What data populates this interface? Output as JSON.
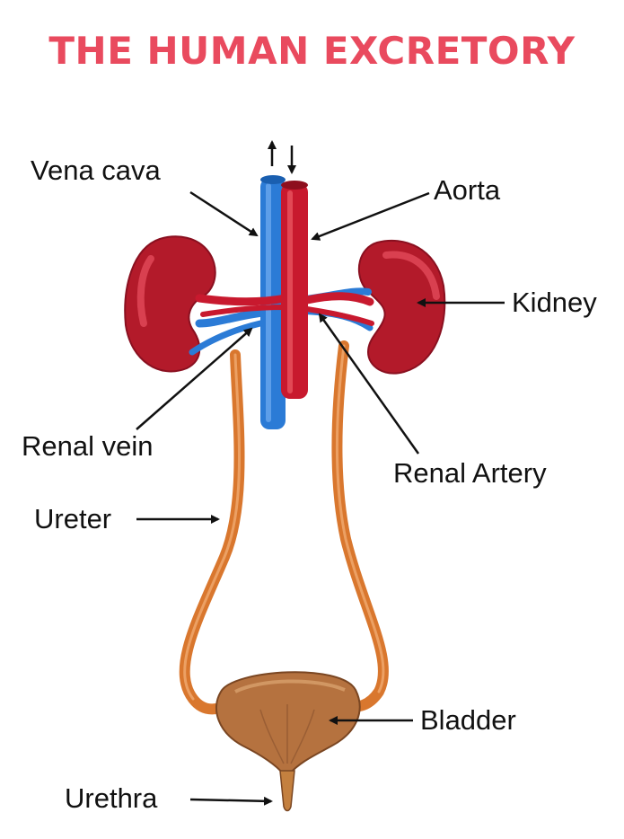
{
  "title": "THE HUMAN EXCRETORY",
  "labels": {
    "vena_cava": "Vena cava",
    "aorta": "Aorta",
    "kidney": "Kidney",
    "renal_vein": "Renal vein",
    "renal_artery": "Renal Artery",
    "ureter": "Ureter",
    "bladder": "Bladder",
    "urethra": "Urethra"
  },
  "colors": {
    "title": "#e94a5e",
    "vein": "#2b7bd6",
    "artery": "#c8192e",
    "kidney": "#b31a2a",
    "ureter": "#d9772e",
    "bladder": "#b5723f"
  }
}
